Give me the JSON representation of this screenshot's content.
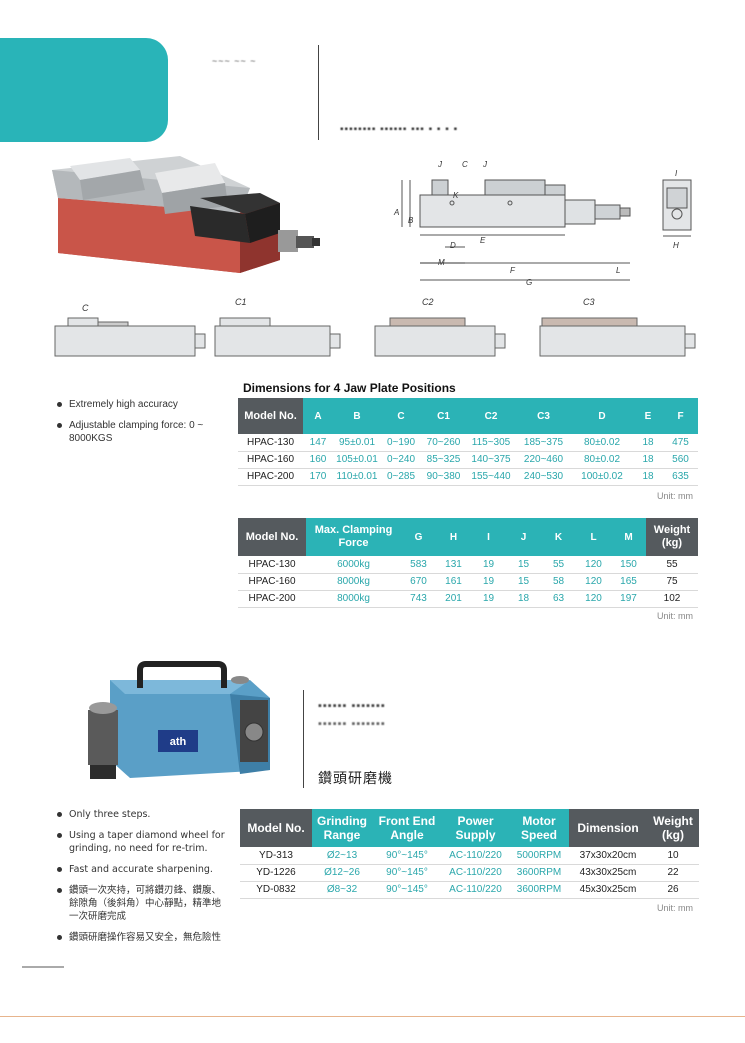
{
  "header": {
    "small_text": "~~~ ~~ ~",
    "blurred_title": "▪▪▪▪▪▪▪▪ ▪▪▪▪▪▪ ▪▪▪ ▪ ▪ ▪ ▪"
  },
  "diagram_labels": {
    "J1": "J",
    "C": "C",
    "J2": "J",
    "K": "K",
    "A": "A",
    "B": "B",
    "D": "D",
    "E": "E",
    "M": "M",
    "F": "F",
    "L": "L",
    "G": "G",
    "I": "I",
    "H": "H",
    "pos_C": "C",
    "pos_C1": "C1",
    "pos_C2": "C2",
    "pos_C3": "C3"
  },
  "vise_bullets": [
    "Extremely high accuracy",
    "Adjustable clamping force: 0 ~ 8000KGS"
  ],
  "table1": {
    "title": "Dimensions for 4 Jaw Plate Positions",
    "headers": [
      "Model No.",
      "A",
      "B",
      "C",
      "C1",
      "C2",
      "C3",
      "D",
      "E",
      "F"
    ],
    "rows": [
      [
        "HPAC-130",
        "147",
        "95±0.01",
        "0~190",
        "70~260",
        "115~305",
        "185~375",
        "80±0.02",
        "18",
        "475"
      ],
      [
        "HPAC-160",
        "160",
        "105±0.01",
        "0~240",
        "85~325",
        "140~375",
        "220~460",
        "80±0.02",
        "18",
        "560"
      ],
      [
        "HPAC-200",
        "170",
        "110±0.01",
        "0~285",
        "90~380",
        "155~440",
        "240~530",
        "100±0.02",
        "18",
        "635"
      ]
    ],
    "unit": "Unit: mm"
  },
  "table2": {
    "headers": [
      "Model No.",
      "Max. Clamping Force",
      "G",
      "H",
      "I",
      "J",
      "K",
      "L",
      "M",
      "Weight (kg)"
    ],
    "rows": [
      [
        "HPAC-130",
        "6000kg",
        "583",
        "131",
        "19",
        "15",
        "55",
        "120",
        "150",
        "55"
      ],
      [
        "HPAC-160",
        "8000kg",
        "670",
        "161",
        "19",
        "15",
        "58",
        "120",
        "165",
        "75"
      ],
      [
        "HPAC-200",
        "8000kg",
        "743",
        "201",
        "19",
        "18",
        "63",
        "120",
        "197",
        "102"
      ]
    ],
    "unit": "Unit: mm"
  },
  "grinder": {
    "blurred_title": "▪▪▪▪▪▪ ▪▪▪▪▪▪▪",
    "blurred_subtitle": "▪▪▪▪▪▪ ▪▪▪▪▪▪▪",
    "chinese_title": "鑽頭研磨機",
    "logo_text": "ath"
  },
  "grinder_bullets": [
    "Only three steps.",
    "Using a taper diamond wheel for grinding, no need for re-trim.",
    "Fast and accurate sharpening.",
    "鑽頭一次夾持，可將鑽刃鋒、鑽腹、餘隙角（後斜角）中心靜點，精準地一次研磨完成",
    "鑽頭研磨操作容易又安全，無危險性"
  ],
  "table3": {
    "headers": [
      "Model No.",
      "Grinding Range",
      "Front End Angle",
      "Power Supply",
      "Motor Speed",
      "Dimension",
      "Weight (kg)"
    ],
    "rows": [
      [
        "YD-313",
        "Ø2~13",
        "90°~145°",
        "AC-110/220",
        "5000RPM",
        "37x30x20cm",
        "10"
      ],
      [
        "YD-1226",
        "Ø12~26",
        "90°~145°",
        "AC-110/220",
        "3600RPM",
        "43x30x25cm",
        "22"
      ],
      [
        "YD-0832",
        "Ø8~32",
        "90°~145°",
        "AC-110/220",
        "3600RPM",
        "45x30x25cm",
        "26"
      ]
    ],
    "unit": "Unit: mm"
  }
}
